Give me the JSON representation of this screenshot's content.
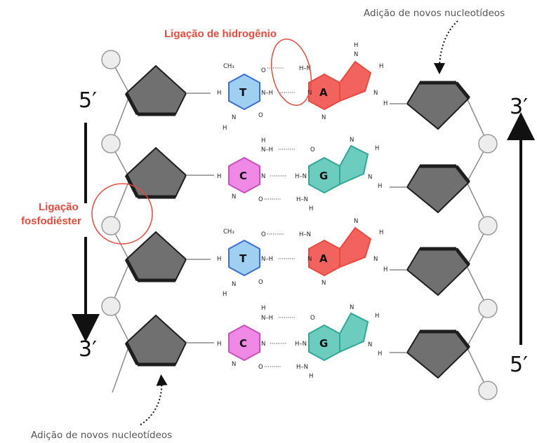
{
  "colors": {
    "sugar": "#707070",
    "sugar_edge": "#1e1e1e",
    "phosphate_fill": "#ededed",
    "phosphate_edge": "#9a9a9a",
    "backbone": "#8c8c8c",
    "highlight": "#e84a3d",
    "thymine": "#9fd0f2",
    "adenine": "#f2625f",
    "cytosine": "#f089e6",
    "guanine": "#6ccdbf"
  },
  "labels": {
    "left_top": "5′",
    "left_bottom": "3′",
    "right_top": "3′",
    "right_bottom": "5′",
    "hydrogen_bond": "Ligação de hidrogênio",
    "phosphodiester_line1": "Ligação",
    "phosphodiester_line2": "fosfodiéster",
    "new_nucleotides_top": "Adição de novos nucleotídeos",
    "new_nucleotides_bottom": "Adição de novos nucleotídeos"
  },
  "pairs": [
    {
      "left": "T",
      "right": "A"
    },
    {
      "left": "C",
      "right": "G"
    },
    {
      "left": "T",
      "right": "A"
    },
    {
      "left": "C",
      "right": "G"
    }
  ],
  "atoms": {
    "methyl": "CH₃",
    "oxygen": "O",
    "nitrogen": "N",
    "hydrogen": "H",
    "nh": "N–H",
    "hn": "H–N",
    "bond_dots": "·········"
  },
  "icons": {
    "sugar": "pentagon",
    "phosphate": "circle",
    "arrow": "arrow-vertical",
    "curved_arrow": "dotted-curved-arrow"
  }
}
